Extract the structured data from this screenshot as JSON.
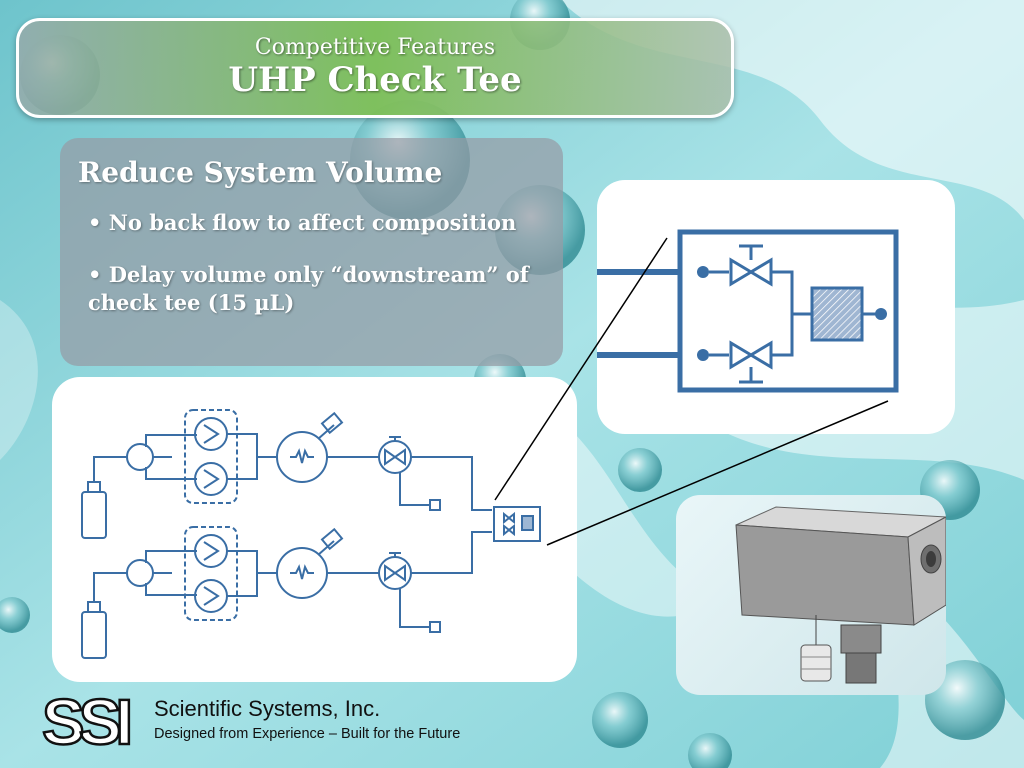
{
  "slide": {
    "subtitle": "Competitive Features",
    "title": "UHP Check Tee"
  },
  "content": {
    "heading": "Reduce System Volume",
    "bullets": [
      "• No back flow to affect composition",
      "• Delay volume only “downstream” of check tee (15 µL)"
    ]
  },
  "footer": {
    "logo_text": "SSI",
    "company": "Scientific Systems, Inc.",
    "tagline": "Designed from Experience – Built for the Future"
  },
  "colors": {
    "diagram_blue": "#3a6ea5",
    "title_green": "#7cbf4e"
  }
}
